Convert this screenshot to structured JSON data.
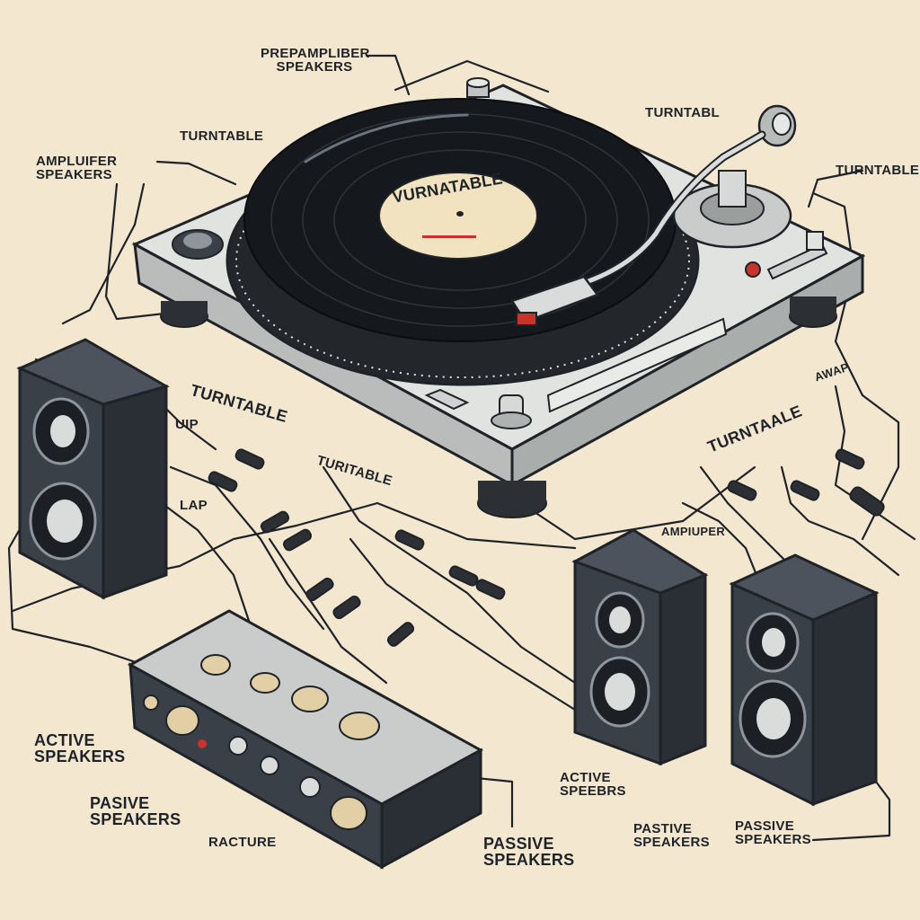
{
  "colors": {
    "background": "#f3e7cf",
    "ink": "#1f2328",
    "metal": "#dfe1df",
    "speaker_body": "#3a4048",
    "vinyl": "#15191e",
    "label_paper": "#f1e2c0",
    "accent_red": "#c8332c"
  },
  "labels": {
    "top_center": "PREPAMPLIBER\nSPEAKERS",
    "turntable_top_left": "TURNTABLE",
    "turntable_top_right": "TURNTABL",
    "turntable_right": "TURNTABLE",
    "amplifier_speakers_left": "AMPLUIFER\nSPEAKERS",
    "record_label": "VURNATABLE",
    "turntable_mid_left": "TURNTABLE",
    "turntable_mid": "TURITABLE",
    "turntable_mid_right": "TURNTAALE",
    "amp_right": "AWAP",
    "amplifier_mid": "AMPIUPER",
    "active_speakers_left": "ACTIVE\nSPEAKERS",
    "passive_speakers_left": "PASIVE\nSPEAKERS",
    "racture": "RACTURE",
    "passive_speakers_center": "PASSIVE\nSPEAKERS",
    "active_speakers_center": "ACTIVE\nSPEEBRS",
    "pastive_speakers": "PASTIVE\nSPEAKERS",
    "passive_speakers_right": "PASSIVE\nSPEAKERS",
    "left_small_1": "UIP",
    "left_small_2": "LAP"
  },
  "icons": [
    "turntable-icon",
    "vinyl-record-icon",
    "tonearm-icon",
    "amplifier-icon",
    "speaker-icon",
    "rca-connector-icon",
    "knob-icon"
  ]
}
